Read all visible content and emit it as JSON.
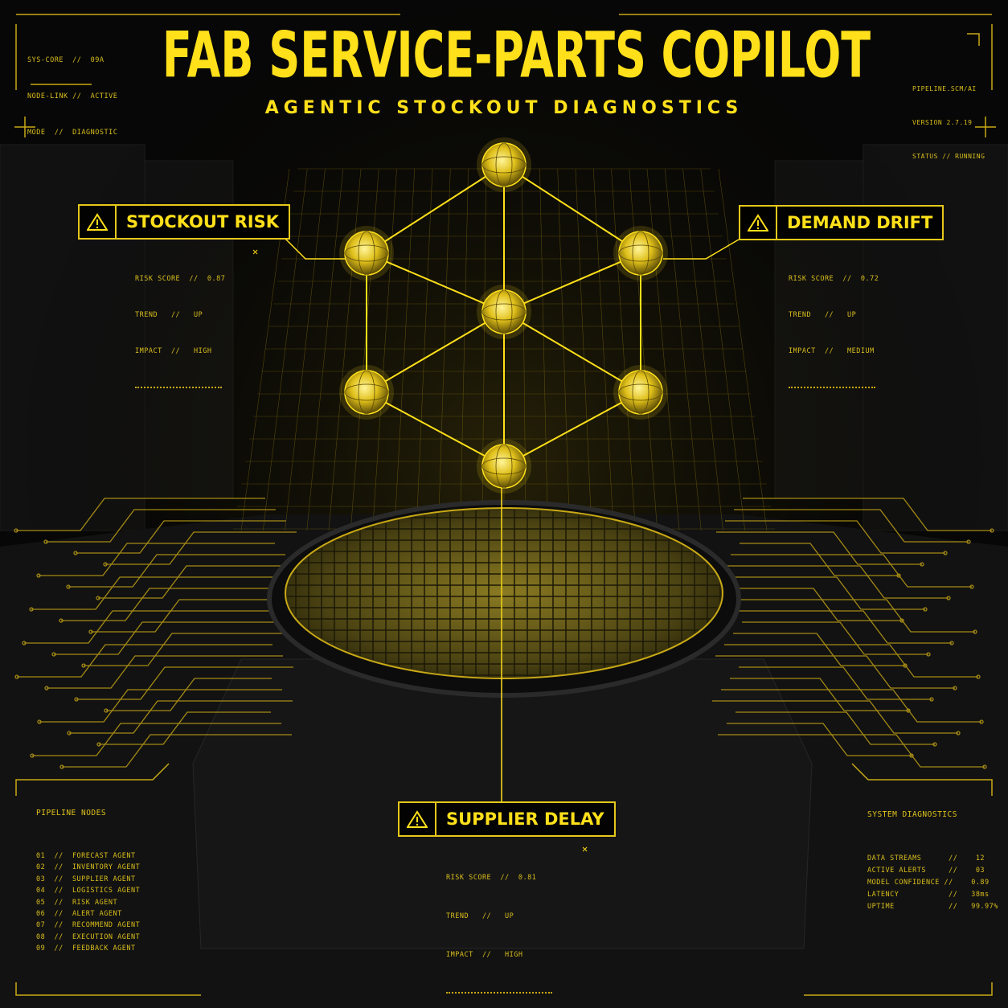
{
  "header": {
    "title": "FAB SERVICE-PARTS COPILOT",
    "subtitle": "AGENTIC STOCKOUT DIAGNOSTICS",
    "left_status": [
      "SYS-CORE  //  09A",
      "NODE-LINK //  ACTIVE",
      "MODE  //  DIAGNOSTIC"
    ],
    "right_status": [
      "PIPELINE.SCM/AI",
      "VERSION 2.7.19",
      "STATUS // RUNNING"
    ]
  },
  "alerts": {
    "stockout": {
      "label": "STOCKOUT RISK",
      "icon": "warning-triangle-icon",
      "lines": [
        "RISK SCORE  //  0.87",
        "TREND   //   UP",
        "IMPACT  //   HIGH"
      ]
    },
    "demand": {
      "label": "DEMAND DRIFT",
      "icon": "warning-triangle-icon",
      "lines": [
        "RISK SCORE  //  0.72",
        "TREND   //   UP",
        "IMPACT  //   MEDIUM"
      ]
    },
    "supplier": {
      "label": "SUPPLIER DELAY",
      "icon": "warning-triangle-icon",
      "lines": [
        "RISK SCORE  //  0.81",
        "TREND   //   UP",
        "IMPACT  //   HIGH"
      ]
    }
  },
  "pipeline": {
    "title": "PIPELINE NODES",
    "items": [
      "01  //  FORECAST AGENT",
      "02  //  INVENTORY AGENT",
      "03  //  SUPPLIER AGENT",
      "04  //  LOGISTICS AGENT",
      "05  //  RISK AGENT",
      "06  //  ALERT AGENT",
      "07  //  RECOMMEND AGENT",
      "08  //  EXECUTION AGENT",
      "09  //  FEEDBACK AGENT"
    ]
  },
  "diagnostics": {
    "title": "SYSTEM DIAGNOSTICS",
    "items": [
      "DATA STREAMS      //    12",
      "ACTIVE ALERTS     //    03",
      "MODEL CONFIDENCE //    0.89",
      "LATENCY           //   38ms",
      "UPTIME            //   99.97%"
    ]
  },
  "colors": {
    "accent": "#ffe01a",
    "background": "#050505"
  }
}
